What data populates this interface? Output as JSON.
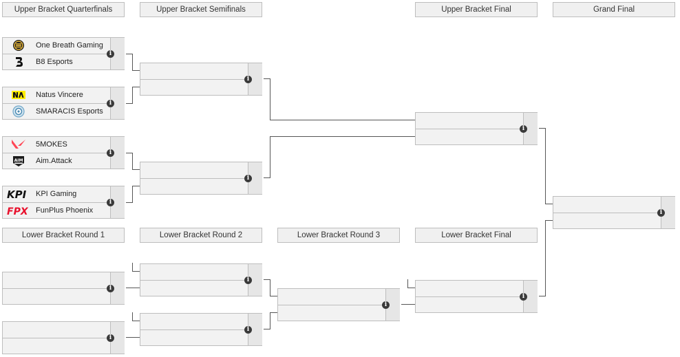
{
  "headers": {
    "ub_qf": "Upper Bracket Quarterfinals",
    "ub_sf": "Upper Bracket Semifinals",
    "ub_f": "Upper Bracket Final",
    "gf": "Grand Final",
    "lb_r1": "Lower Bracket Round 1",
    "lb_r2": "Lower Bracket Round 2",
    "lb_r3": "Lower Bracket Round 3",
    "lb_f": "Lower Bracket Final"
  },
  "matches": {
    "ubqf1": {
      "team1": "One Breath Gaming",
      "team2": "B8 Esports"
    },
    "ubqf2": {
      "team1": "Natus Vincere",
      "team2": "SMARACIS Esports"
    },
    "ubqf3": {
      "team1": "5MOKES",
      "team2": "Aim.Attack"
    },
    "ubqf4": {
      "team1": "KPI Gaming",
      "team2": "FunPlus Phoenix"
    }
  },
  "info_glyph": "i",
  "icons": {
    "one_breath_gaming": "one-breath-gaming-logo",
    "b8": "b8-esports-logo",
    "navi": "natus-vincere-logo",
    "smaracis": "smaracis-esports-logo",
    "5mokes": "5mokes-logo",
    "aim_attack": "aim-attack-logo",
    "kpi": "kpi-gaming-logo",
    "fpx": "funplus-phoenix-logo"
  },
  "colors": {
    "header_bg": "#f0f0f0",
    "match_bg": "#f2f2f2",
    "score_bg": "#e6e6e6",
    "border": "#bdbdbd",
    "connector": "#555555",
    "navi_yellow": "#ffee00",
    "valorant_red": "#ff4655",
    "fpx_red": "#e8112d"
  }
}
